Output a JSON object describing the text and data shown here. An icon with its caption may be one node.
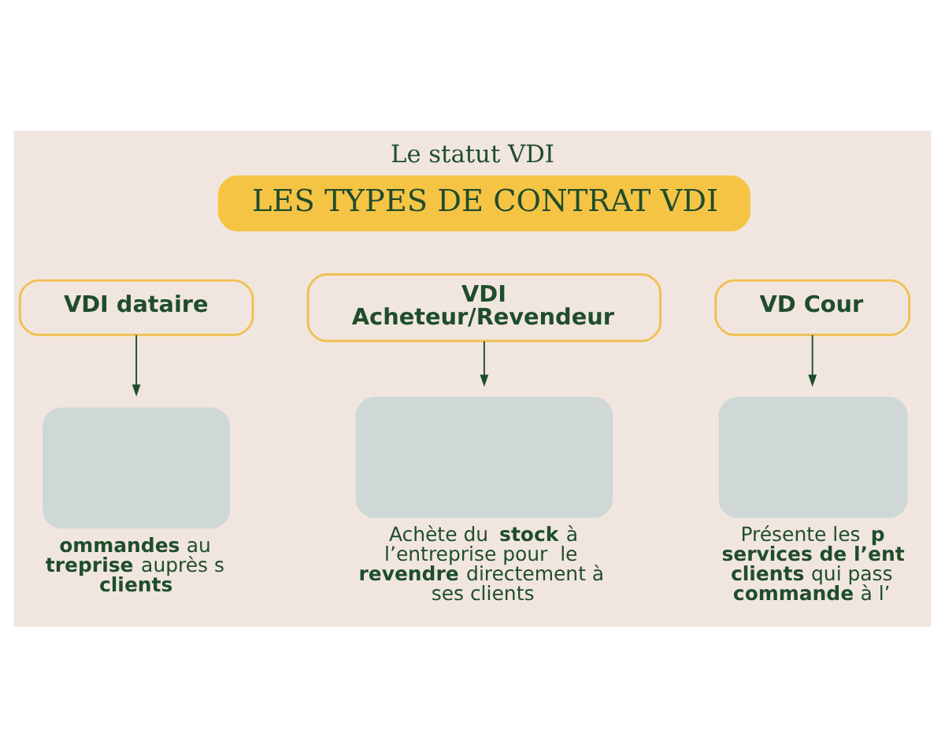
{
  "diagram": {
    "title": "Le statut VDI",
    "nodes": [
      {
        "text": [
          "LES TYPES DE CONTRAT VDI"
        ]
      },
      {
        "text": [
          "VDI dataire"
        ]
      },
      {
        "text": [
          "VDI Acheteur/Revendeur"
        ]
      },
      {
        "text": [
          "VD Cour"
        ]
      },
      {
        "text": [],
        "shape": "box",
        "beside": [
          "**ommandes** au **treprise** auprès s **clients**"
        ]
      },
      {
        "text": [],
        "shape": "box",
        "beside": [
          "Achète du **stock** à l’entreprise pour  le **revendre** directement à ses clients"
        ]
      },
      {
        "text": [],
        "shape": "box",
        "beside": [
          "Présente les **p** **services de l’ent** **clients** qui pass **commande** à l’"
        ]
      }
    ],
    "edges": [
      {
        "from": 1,
        "to": 4,
        "arrow": "to"
      },
      {
        "from": 2,
        "to": 5,
        "arrow": "to"
      },
      {
        "from": 3,
        "to": 6,
        "arrow": "to"
      }
    ]
  }
}
